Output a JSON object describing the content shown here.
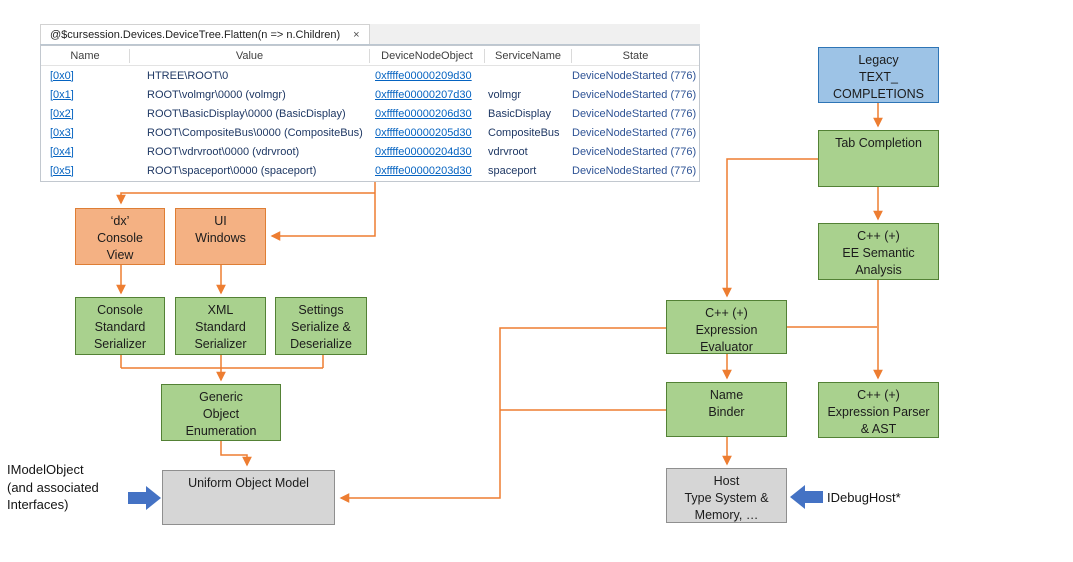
{
  "tab": {
    "title": "@$cursession.Devices.DeviceTree.Flatten(n => n.Children)",
    "close_glyph": "×"
  },
  "table": {
    "columns": [
      "Name",
      "Value",
      "DeviceNodeObject",
      "ServiceName",
      "State"
    ],
    "rows": [
      {
        "name": "[0x0]",
        "value": "HTREE\\ROOT\\0",
        "object": "0xffffe00000209d30",
        "service": "",
        "state": "DeviceNodeStarted (776)"
      },
      {
        "name": "[0x1]",
        "value": "ROOT\\volmgr\\0000 (volmgr)",
        "object": "0xffffe00000207d30",
        "service": "volmgr",
        "state": "DeviceNodeStarted (776)"
      },
      {
        "name": "[0x2]",
        "value": "ROOT\\BasicDisplay\\0000 (BasicDisplay)",
        "object": "0xffffe00000206d30",
        "service": "BasicDisplay",
        "state": "DeviceNodeStarted (776)"
      },
      {
        "name": "[0x3]",
        "value": "ROOT\\CompositeBus\\0000 (CompositeBus)",
        "object": "0xffffe00000205d30",
        "service": "CompositeBus",
        "state": "DeviceNodeStarted (776)"
      },
      {
        "name": "[0x4]",
        "value": "ROOT\\vdrvroot\\0000 (vdrvroot)",
        "object": "0xffffe00000204d30",
        "service": "vdrvroot",
        "state": "DeviceNodeStarted (776)"
      },
      {
        "name": "[0x5]",
        "value": "ROOT\\spaceport\\0000 (spaceport)",
        "object": "0xffffe00000203d30",
        "service": "spaceport",
        "state": "DeviceNodeStarted (776)"
      }
    ]
  },
  "diagram": {
    "boxes": {
      "legacy": [
        "Legacy",
        "TEXT_",
        "COMPLETIONS"
      ],
      "tab_completion": [
        "Tab Completion"
      ],
      "ee_semantic": [
        "C++ (+)",
        "EE Semantic",
        "Analysis"
      ],
      "expression_parser": [
        "C++ (+)",
        "Expression Parser",
        "& AST"
      ],
      "expression_evaluator": [
        "C++ (+)",
        "Expression",
        "Evaluator"
      ],
      "name_binder": [
        "Name",
        "Binder"
      ],
      "host": [
        "Host",
        "Type System &",
        "Memory, …"
      ],
      "dx_console_view": [
        "‘dx’",
        "Console",
        "View"
      ],
      "ui_windows": [
        "UI",
        "Windows"
      ],
      "console_serializer": [
        "Console",
        "Standard",
        "Serializer"
      ],
      "xml_serializer": [
        "XML",
        "Standard",
        "Serializer"
      ],
      "settings_serializer": [
        "Settings",
        "Serialize &",
        "Deserialize"
      ],
      "generic_object_enumeration": [
        "Generic",
        "Object",
        "Enumeration"
      ],
      "uniform_object_model": [
        "Uniform Object Model"
      ]
    },
    "labels": {
      "imodelobject": [
        "IModelObject",
        "(and associated",
        "Interfaces)"
      ],
      "idebughost": "IDebugHost*"
    },
    "colors": {
      "green_fill": "#A9D18E",
      "green_border": "#538135",
      "orange_fill": "#F4B183",
      "orange_border": "#DE7E35",
      "blue_fill": "#9DC3E6",
      "blue_border": "#2E75B6",
      "gray_fill": "#D6D6D6",
      "gray_border": "#8F8F8F",
      "connector": "#ED7D31",
      "block_arrow": "#4472C4",
      "link": "#0563C1",
      "value_text": "#1F3864"
    }
  }
}
